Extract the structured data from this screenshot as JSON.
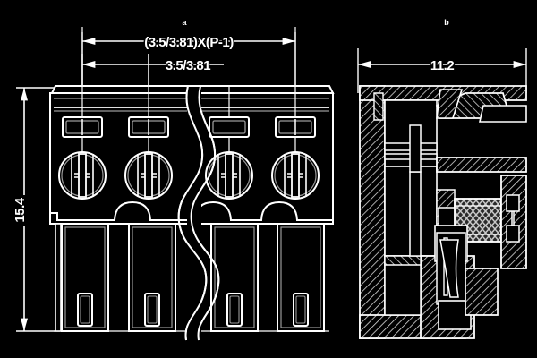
{
  "drawing": {
    "title": "terminal-block-engineering-drawing",
    "background_color": "#000000",
    "line_color": "#ffffff",
    "hatch_color": "#ffffff"
  },
  "dimensions": {
    "pitch_total": "(3.5/3.81)X(P-1)",
    "pitch_single": "3.5/3.81",
    "height": "15.4",
    "depth": "11.2"
  },
  "view_marks": {
    "front_view_mark": "a",
    "section_view_mark": "b"
  },
  "front_view": {
    "name": "front-elevation",
    "terminal_count": 4,
    "has_break_line": true
  },
  "section_view": {
    "name": "cross-section",
    "has_hatching": true,
    "has_screw_thread": true
  }
}
